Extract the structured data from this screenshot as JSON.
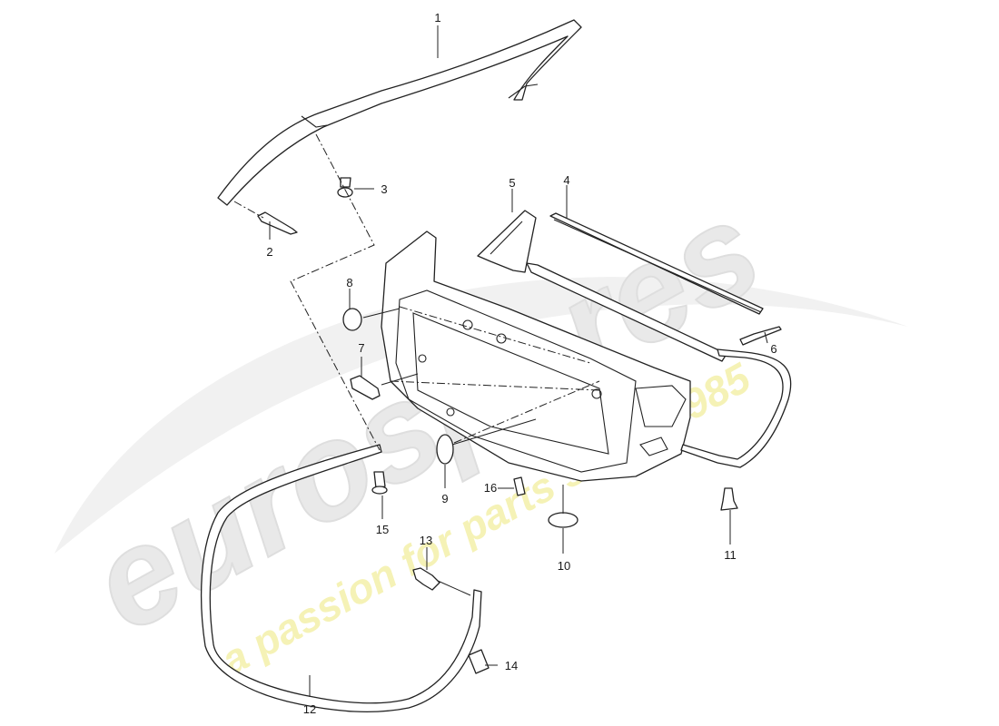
{
  "watermark": {
    "brand": "eurospares",
    "tagline": "a passion for parts since 1985"
  },
  "callouts": [
    "1",
    "2",
    "3",
    "4",
    "5",
    "6",
    "7",
    "8",
    "9",
    "10",
    "11",
    "12",
    "13",
    "14",
    "15",
    "16"
  ]
}
